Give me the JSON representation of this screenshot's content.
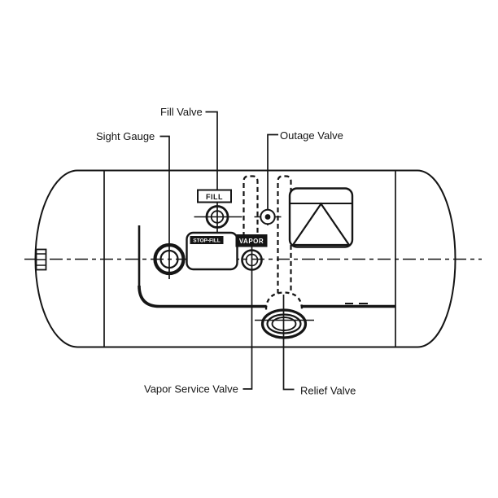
{
  "diagram": {
    "title": "Horizontal LP-gas tank valve location diagram",
    "background": "#ffffff",
    "line_color": "#151515",
    "callouts": {
      "fill_valve": "Fill Valve",
      "sight_gauge": "Sight Gauge",
      "outage_valve": "Outage Valve",
      "vapor_service_valve": "Vapor Service Valve",
      "relief_valve": "Relief Valve"
    },
    "tank_markings": {
      "fill_label": "FILL",
      "vapor_label": "VAPOR",
      "fill_plate_label": "STOP-FILL"
    }
  }
}
